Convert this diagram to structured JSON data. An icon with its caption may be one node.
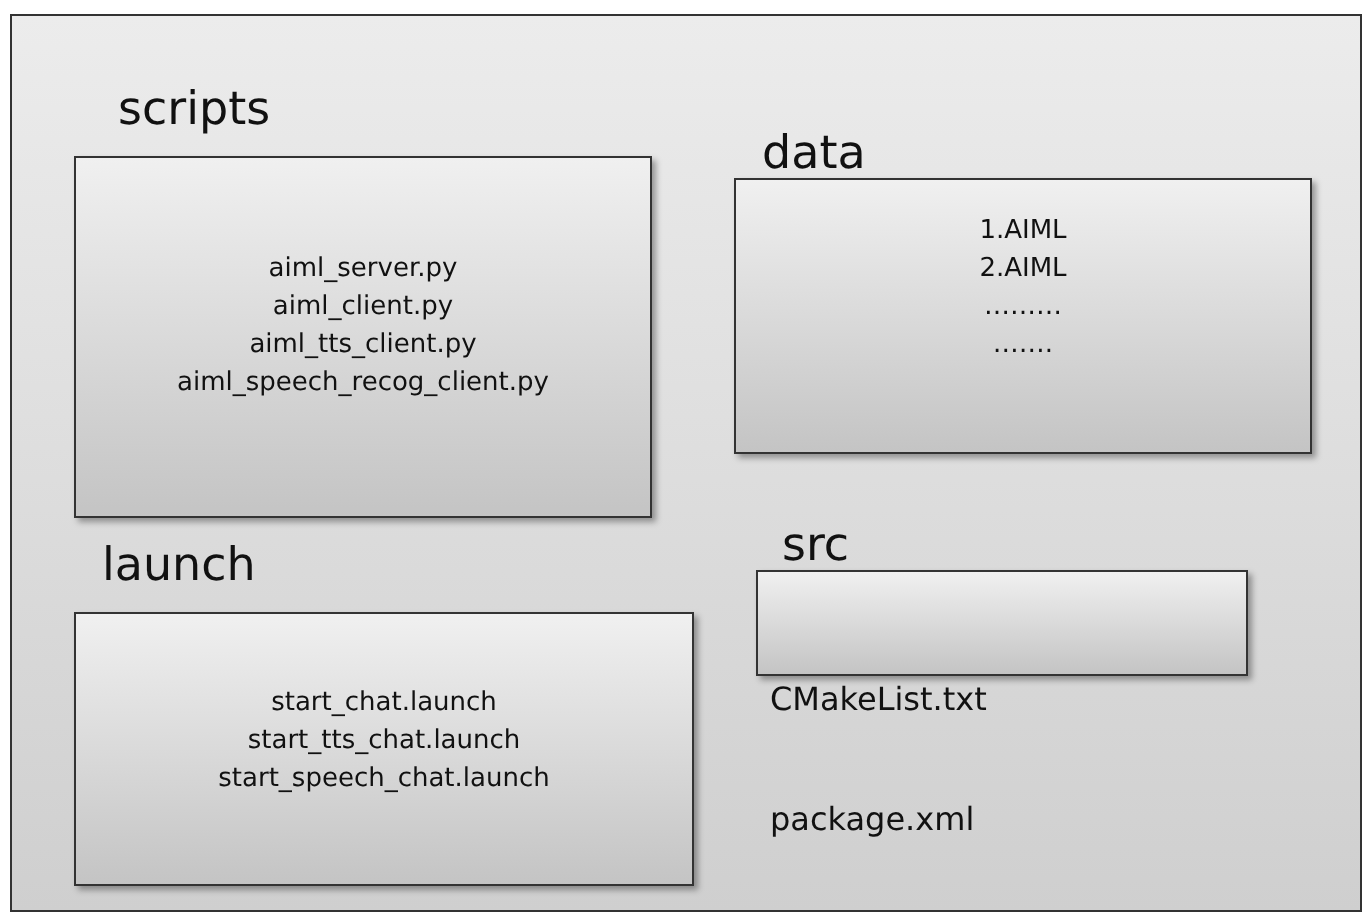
{
  "diagram": {
    "nodes": [
      {
        "text": [],
        "shape": "box"
      },
      {
        "text": [
          "scripts",
          "aiml_server.py",
          "aiml_client.py",
          "aiml_tts_client.py",
          "aiml_speech_recog_client.py"
        ],
        "in": 0
      },
      {
        "text": [
          "data",
          "1.AIML",
          "2.AIML",
          "………",
          "……."
        ],
        "in": 0
      },
      {
        "text": [
          "launch",
          "start_chat.launch",
          "start_tts_chat.launch",
          "start_speech_chat.launch"
        ],
        "in": 0
      },
      {
        "text": [
          "src"
        ],
        "in": 0
      }
    ],
    "labels": [
      "CMakeList.txt",
      "package.xml"
    ]
  }
}
